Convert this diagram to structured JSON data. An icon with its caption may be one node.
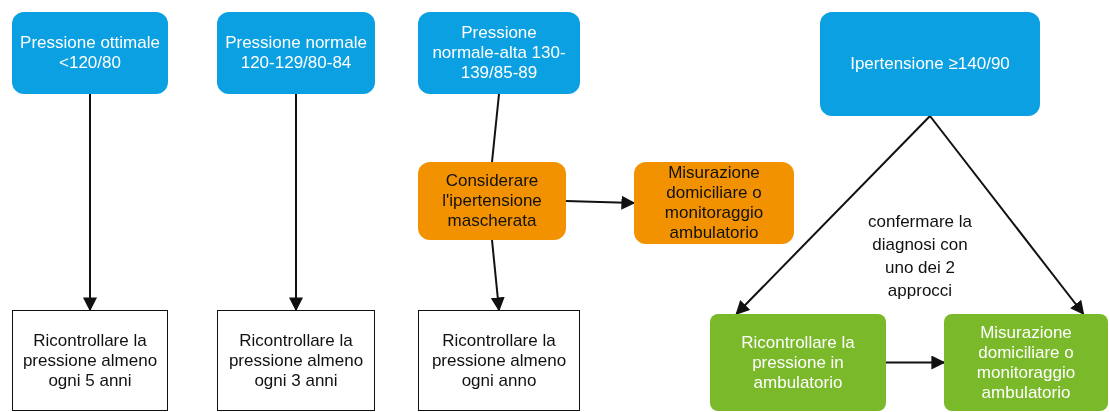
{
  "diagram": {
    "nodes": [
      {
        "text": [
          "Pressione ottimale <120/80"
        ]
      },
      {
        "text": [
          "Pressione normale 120-129/80-84"
        ]
      },
      {
        "text": [
          "Pressione normale-alta 130-139/85-89"
        ]
      },
      {
        "text": [
          "Ipertensione ≥140/90"
        ]
      },
      {
        "text": [
          "Considerare l'ipertensione mascherata"
        ]
      },
      {
        "text": [
          "Misurazione domiciliare o monitoraggio ambulatorio"
        ]
      },
      {
        "text": [
          "Ricontrollare la pressione almeno ogni 5 anni"
        ]
      },
      {
        "text": [
          "Ricontrollare la pressione almeno ogni 3 anni"
        ]
      },
      {
        "text": [
          "Ricontrollare la pressione almeno ogni anno"
        ]
      },
      {
        "text": [
          "Ricontrollare la pressione in ambulatorio"
        ]
      },
      {
        "text": [
          "Misurazione domiciliare o monitoraggio ambulatorio"
        ]
      }
    ],
    "edges": [
      {
        "from": 0,
        "to": 6,
        "arrow": "to"
      },
      {
        "from": 1,
        "to": 7,
        "arrow": "to"
      },
      {
        "from": 2,
        "to": 4,
        "arrow": "none"
      },
      {
        "from": 4,
        "to": 8,
        "arrow": "to"
      },
      {
        "from": 4,
        "to": 5,
        "arrow": "to"
      },
      {
        "from": 3,
        "to": 9,
        "arrow": "to"
      },
      {
        "from": 3,
        "to": 10,
        "arrow": "to"
      },
      {
        "from": 9,
        "to": 10,
        "arrow": "to"
      }
    ],
    "labels": [
      "confermare la diagnosi con uno dei 2 approcci"
    ]
  }
}
